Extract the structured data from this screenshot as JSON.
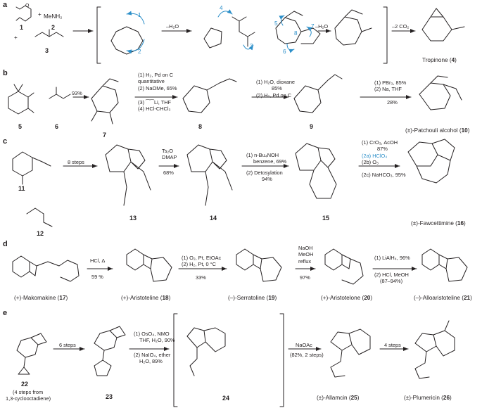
{
  "colors": {
    "ink": "#231f20",
    "accent": "#2c8fc9"
  },
  "panels": {
    "a": {
      "letter": "a",
      "cmpd1": "1",
      "cmpd2": "2",
      "cmpd3": "3",
      "reagent2": "MeNH₂",
      "plus1": "+",
      "plus2": "+",
      "step_h2o_1": "–H₂O",
      "step_h2o_2": "–H₂O",
      "step_co2": "–2 CO₂",
      "arrow_nums": [
        "1",
        "2",
        "3",
        "4",
        "5",
        "6",
        "7",
        "8"
      ],
      "product_name": "Tropinone (",
      "product_num": "4",
      "product_close": ")"
    },
    "b": {
      "letter": "b",
      "cmpd5": "5",
      "cmpd6": "6",
      "cmpd7": "7",
      "cmpd8": "8",
      "cmpd9": "9",
      "yield1": "93%",
      "cond1": [
        "(1) H₂, Pd on C",
        "quantitative",
        "(2) NaOMe, 65%",
        "(3) ⁀⁀Li, THF",
        "(4) HCl-CHCl₃"
      ],
      "cond2": [
        "(1) H₂O, dioxane",
        "85%",
        "(2) H₂, Pd on C"
      ],
      "cond3": [
        "(1) PBr₃, 85%",
        "(2) Na, THF",
        "28%"
      ],
      "product_name": "(±)-Patchouli alcohol (",
      "product_num": "10",
      "product_close": ")"
    },
    "c": {
      "letter": "c",
      "cmpd11": "11",
      "cmpd12": "12",
      "cmpd13": "13",
      "cmpd14": "14",
      "cmpd15": "15",
      "steps": "8 steps",
      "cond1": [
        "Ts₂O",
        "DMAP",
        "68%"
      ],
      "cond2": [
        "(1) n-Bu₄NOH",
        "benzene, 69%",
        "(2) Detosylation",
        "94%"
      ],
      "cond3": [
        "(1) CrO₃, AcOH",
        "87%",
        "(2a) HClO₄",
        "(2b) O₃",
        "(2c) NaHCO₃, 95%"
      ],
      "product_name": "(±)-Fawcettimine (",
      "product_num": "16",
      "product_close": ")"
    },
    "d": {
      "letter": "d",
      "cond1": [
        "HCl, Δ",
        "59 %"
      ],
      "cond2": [
        "(1) O₂, Pt, EtOAc",
        "(2) H₂, Pt, 0 °C",
        "33%"
      ],
      "cond3": [
        "NaOH",
        "MeOH",
        "reflux",
        "97%"
      ],
      "cond4": [
        "(1) LiAlH₄, 96%",
        "(2) HCl, MeOH",
        "(87–94%)"
      ],
      "names": [
        {
          "name": "(+)-Makomakine (",
          "num": "17"
        },
        {
          "name": "(+)-Aristoteline (",
          "num": "18"
        },
        {
          "name": "(–)-Serratoline (",
          "num": "19"
        },
        {
          "name": "(+)-Aristotelone (",
          "num": "20"
        },
        {
          "name": "(–)-Alloaristoteline (",
          "num": "21"
        }
      ],
      "close": ")"
    },
    "e": {
      "letter": "e",
      "cmpd22": "22",
      "cmpd23": "23",
      "cmpd24": "24",
      "note22": [
        "(4 steps from",
        "1,3-cyclooctadiene)"
      ],
      "steps1": "6 steps",
      "cond1": [
        "(1) OsO₄, NMO",
        "THF, H₂O, 90%",
        "(2) NaIO₄, ether",
        "H₂O, 89%"
      ],
      "cond2": [
        "NaOAc",
        "(82%, 2 steps)"
      ],
      "steps2": "4 steps",
      "names": [
        {
          "name": "(±)-Allamcin (",
          "num": "25"
        },
        {
          "name": "(±)-Plumericin (",
          "num": "26"
        }
      ],
      "close": ")"
    }
  }
}
